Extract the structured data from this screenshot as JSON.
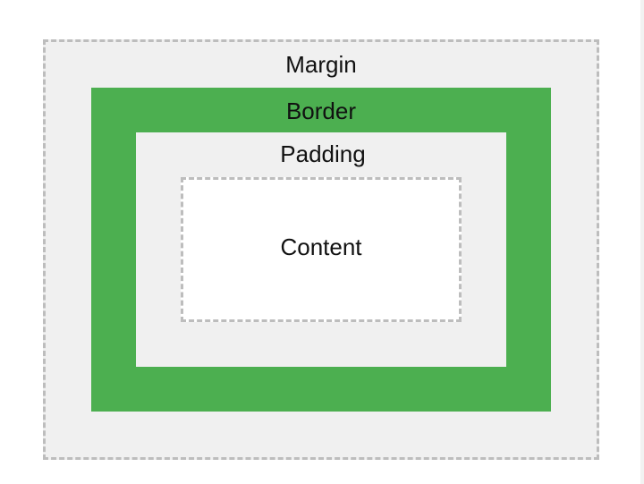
{
  "diagram": {
    "layers": {
      "margin": {
        "label": "Margin",
        "color": "#f0f0f0",
        "outline": "dashed"
      },
      "border": {
        "label": "Border",
        "color": "#4caf50"
      },
      "padding": {
        "label": "Padding",
        "color": "#f0f0f0"
      },
      "content": {
        "label": "Content",
        "color": "#ffffff",
        "outline": "dashed"
      }
    },
    "outline_color": "#bdbdbd"
  }
}
